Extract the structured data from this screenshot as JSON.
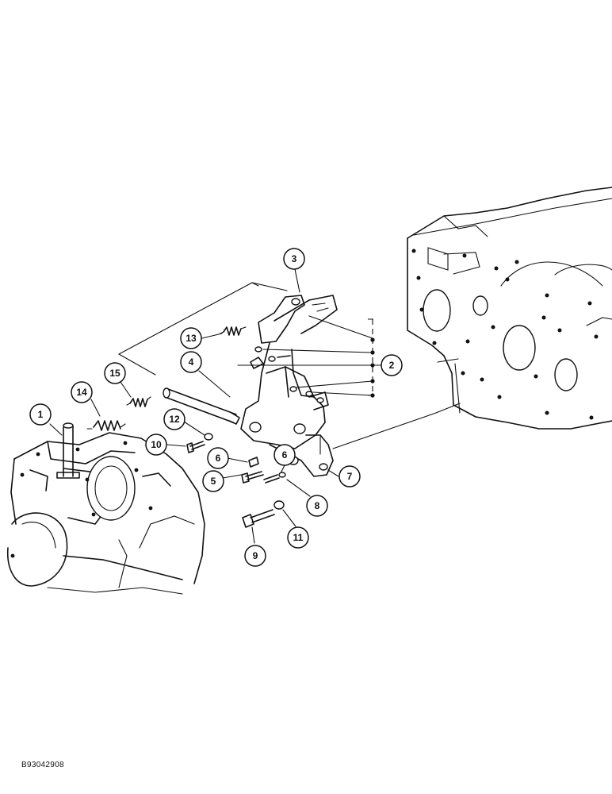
{
  "figure_code": "B93042908",
  "callouts": [
    {
      "key": "c1",
      "text": "1"
    },
    {
      "key": "c2",
      "text": "2"
    },
    {
      "key": "c3",
      "text": "3"
    },
    {
      "key": "c4",
      "text": "4"
    },
    {
      "key": "c5",
      "text": "5"
    },
    {
      "key": "c6a",
      "text": "6"
    },
    {
      "key": "c6b",
      "text": "6"
    },
    {
      "key": "c7",
      "text": "7"
    },
    {
      "key": "c8",
      "text": "8"
    },
    {
      "key": "c9",
      "text": "9"
    },
    {
      "key": "c10",
      "text": "10"
    },
    {
      "key": "c11",
      "text": "11"
    },
    {
      "key": "c12",
      "text": "12"
    },
    {
      "key": "c13",
      "text": "13"
    },
    {
      "key": "c14",
      "text": "14"
    },
    {
      "key": "c15",
      "text": "15"
    }
  ]
}
